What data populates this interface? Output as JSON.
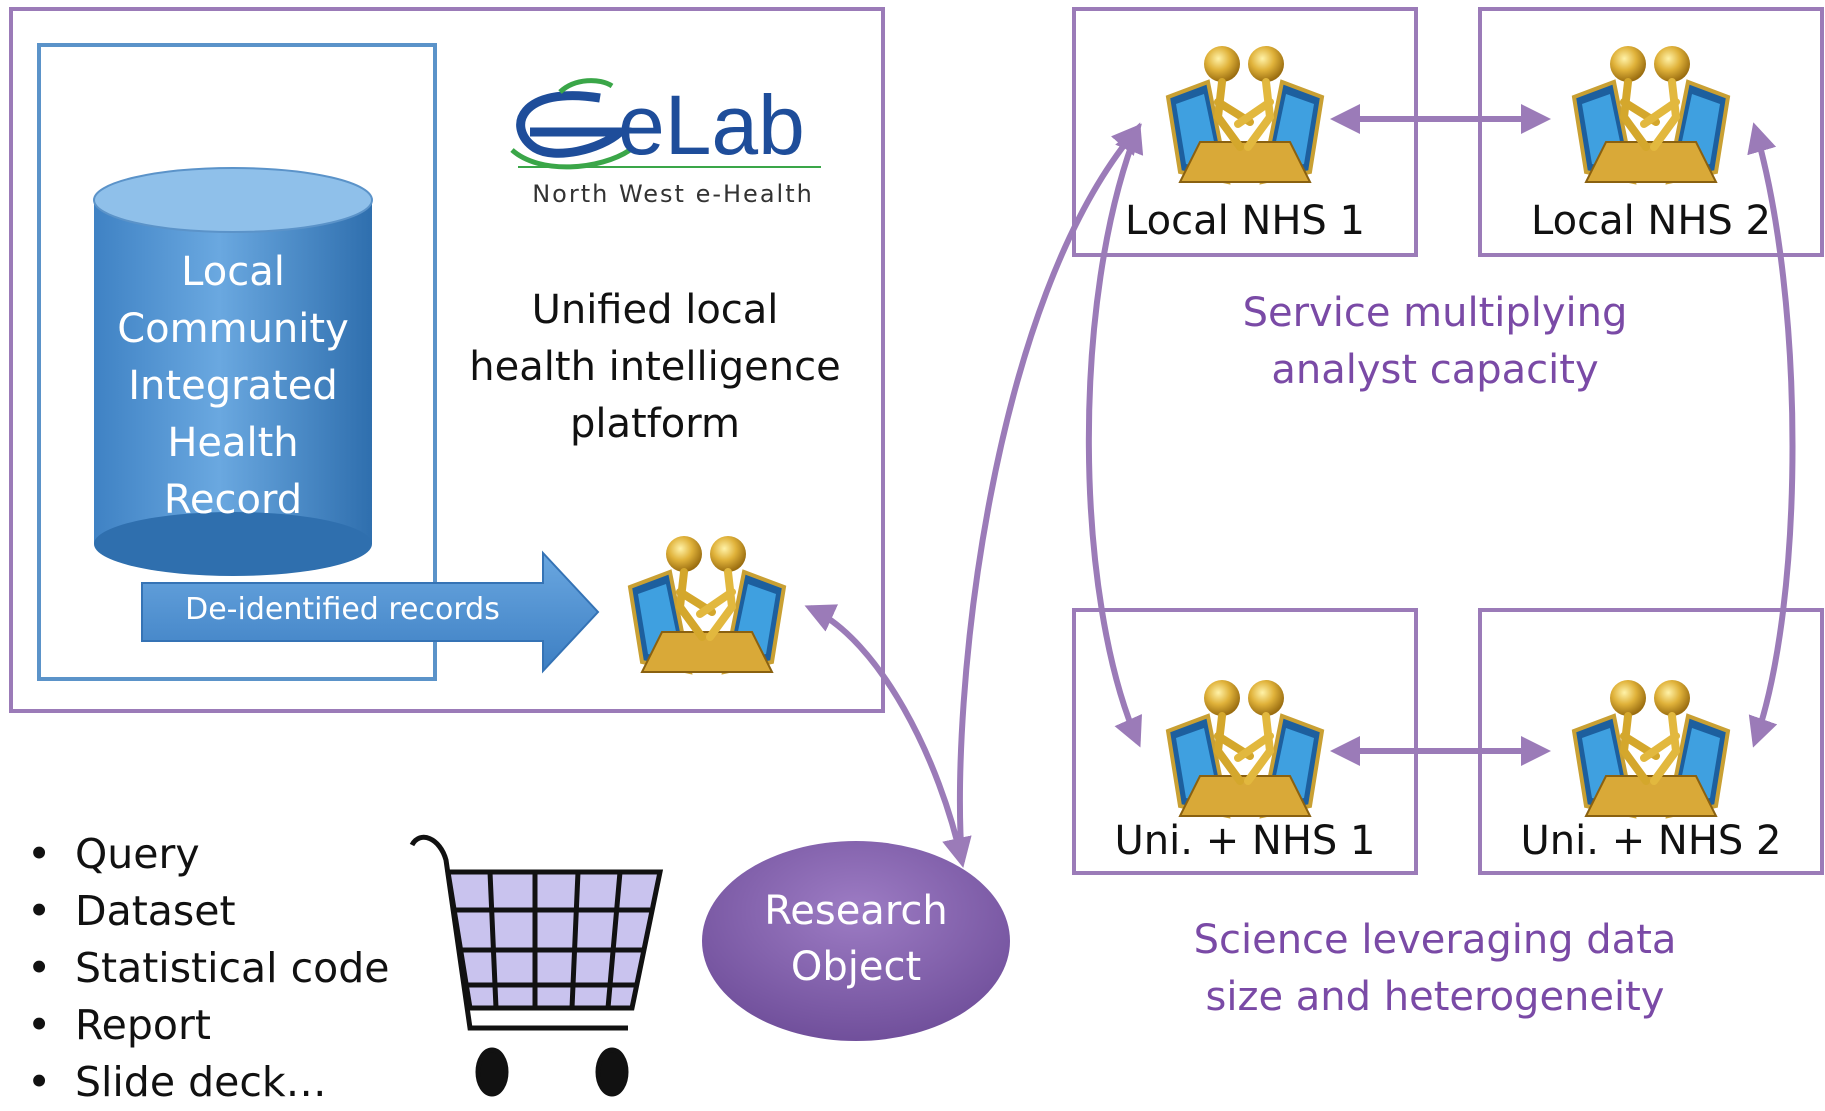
{
  "colors": {
    "purple": "#9b7bb8",
    "purple_text": "#7a4aa6",
    "blue": "#4b8ed0",
    "gold": "#d4a72c"
  },
  "logo": {
    "brand": "eLab",
    "tagline": "North West e-Health"
  },
  "database": {
    "label_lines": [
      "Local",
      "Community",
      "Integrated",
      "Health",
      "Record"
    ]
  },
  "flow_arrow": {
    "label": "De-identified records"
  },
  "platform": {
    "label_lines": [
      "Unified local",
      "health intelligence",
      "platform"
    ]
  },
  "nodes": [
    {
      "label": "Local NHS 1"
    },
    {
      "label": "Local NHS 2"
    },
    {
      "label": "Uni. + NHS 1"
    },
    {
      "label": "Uni. + NHS 2"
    }
  ],
  "service_caption": {
    "lines": [
      "Service multiplying",
      "analyst capacity"
    ]
  },
  "science_caption": {
    "lines": [
      "Science leveraging data",
      "size and heterogeneity"
    ]
  },
  "research_object": {
    "lines": [
      "Research",
      "Object"
    ]
  },
  "bullet_items": [
    "Query",
    "Dataset",
    "Statistical code",
    "Report",
    "Slide deck…"
  ],
  "icons": {
    "analyst": "analysts-at-computers-icon",
    "cart": "shopping-cart-icon"
  }
}
